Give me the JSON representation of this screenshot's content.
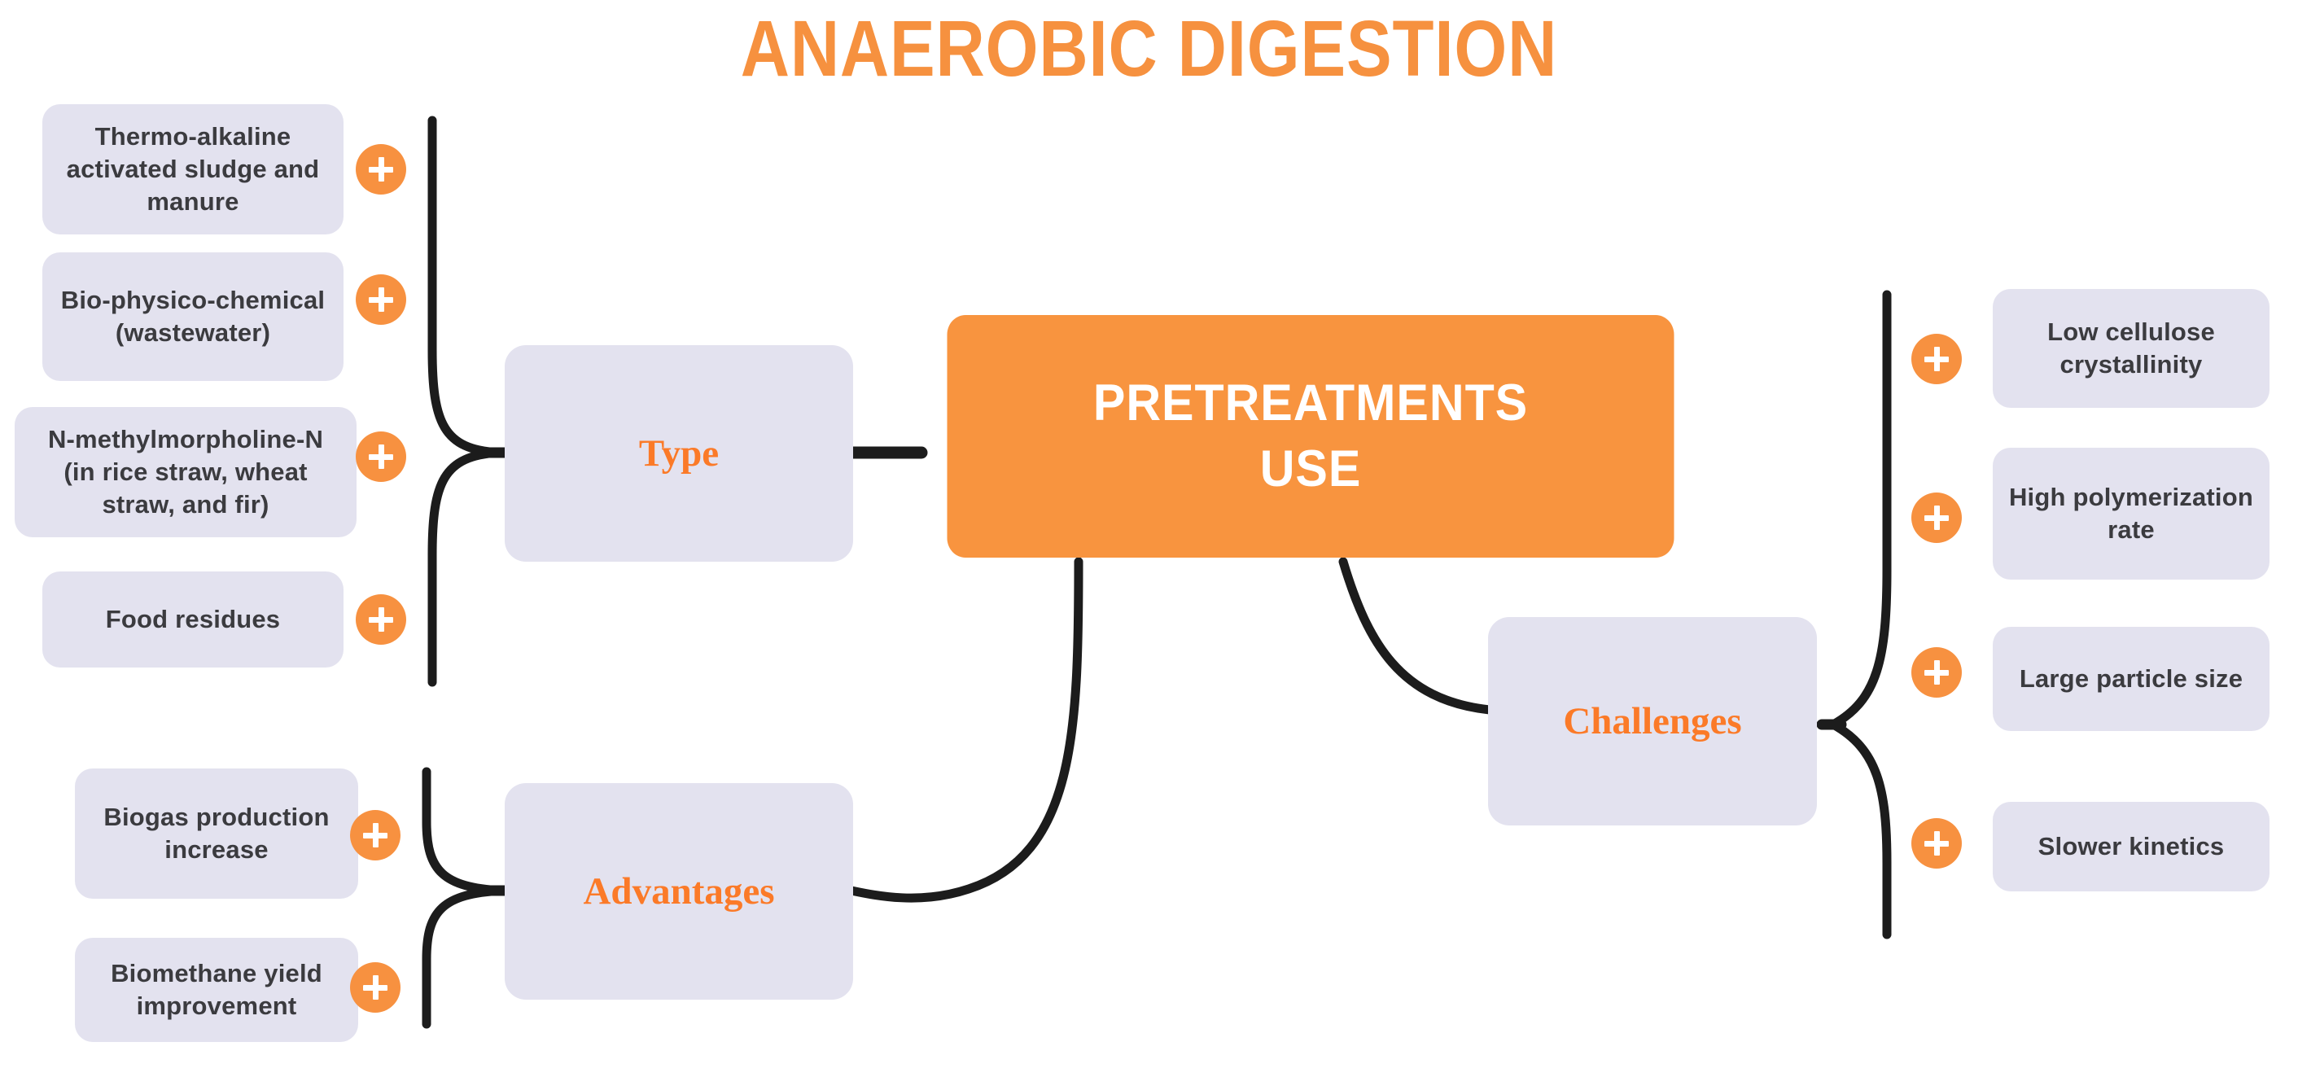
{
  "title": "ANAEROBIC DIGESTION",
  "colors": {
    "accent_orange": "#F8943F",
    "node_lavender": "#E3E2EF",
    "branch_text_orange": "#FB7A28",
    "leaf_text": "#3b3b3f",
    "connector_black": "#1c1c1c",
    "center_text": "#ffffff"
  },
  "center": {
    "label": "PRETREATMENTS USE",
    "line1": "PRETREATMENTS",
    "line2": "USE"
  },
  "branches": [
    {
      "id": "type",
      "label": "Type",
      "leaves": [
        {
          "label": "Thermo-alkaline activated sludge and manure",
          "expand_icon": "plus-icon"
        },
        {
          "label": "Bio-physico-chemical (wastewater)",
          "expand_icon": "plus-icon"
        },
        {
          "label": "N-methylmorpholine-N (in rice straw, wheat straw, and fir)",
          "expand_icon": "plus-icon"
        },
        {
          "label": "Food residues",
          "expand_icon": "plus-icon"
        }
      ]
    },
    {
      "id": "advantages",
      "label": "Advantages",
      "leaves": [
        {
          "label": "Biogas production increase",
          "expand_icon": "plus-icon"
        },
        {
          "label": "Biomethane yield improvement",
          "expand_icon": "plus-icon"
        }
      ]
    },
    {
      "id": "challenges",
      "label": "Challenges",
      "leaves": [
        {
          "label": "Low cellulose crystallinity",
          "expand_icon": "plus-icon"
        },
        {
          "label": "High polymerization rate",
          "expand_icon": "plus-icon"
        },
        {
          "label": "Large particle size",
          "expand_icon": "plus-icon"
        },
        {
          "label": "Slower kinetics",
          "expand_icon": "plus-icon"
        }
      ]
    }
  ]
}
